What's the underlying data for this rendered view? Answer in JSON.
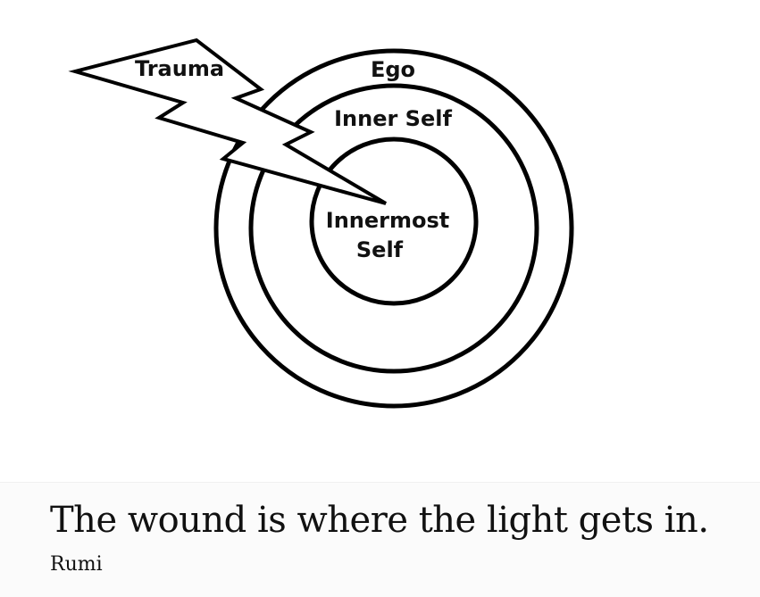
{
  "diagram": {
    "labels": {
      "trauma": "Trauma",
      "ego": "Ego",
      "inner_self": "Inner Self",
      "innermost_line1": "Innermost",
      "innermost_line2": "Self"
    },
    "colors": {
      "stroke": "#000000",
      "background": "#ffffff"
    }
  },
  "quote": {
    "text": "The wound is where the light gets in.",
    "author": "Rumi"
  }
}
